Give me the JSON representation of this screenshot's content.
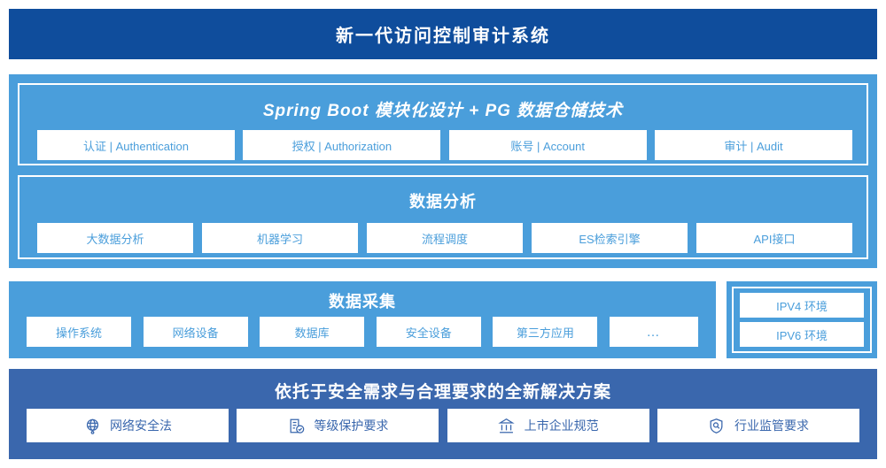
{
  "header": {
    "title": "新一代访问控制审计系统",
    "bg_color": "#0f4d9c",
    "text_color": "#ffffff"
  },
  "colors": {
    "panel_blue": "#4a9edb",
    "solution_blue": "#3a67ad",
    "header_navy": "#0f4d9c",
    "chip_bg": "#ffffff"
  },
  "platform": {
    "springboot": {
      "title": "Spring Boot 模块化设计 + PG 数据仓储技术",
      "items": [
        {
          "label": "认证 | Authentication"
        },
        {
          "label": "授权 | Authorization"
        },
        {
          "label": "账号 | Account"
        },
        {
          "label": "审计 | Audit"
        }
      ]
    },
    "analysis": {
      "title": "数据分析",
      "items": [
        {
          "label": "大数据分析"
        },
        {
          "label": "机器学习"
        },
        {
          "label": "流程调度"
        },
        {
          "label": "ES检索引擎"
        },
        {
          "label": "API接口"
        }
      ]
    }
  },
  "collection": {
    "title": "数据采集",
    "items": [
      {
        "label": "操作系统"
      },
      {
        "label": "网络设备"
      },
      {
        "label": "数据库"
      },
      {
        "label": "安全设备"
      },
      {
        "label": "第三方应用"
      },
      {
        "label": "…"
      }
    ]
  },
  "environment": {
    "items": [
      {
        "label": "IPV4 环境"
      },
      {
        "label": "IPV6 环境"
      }
    ]
  },
  "solution": {
    "title": "依托于安全需求与合理要求的全新解决方案",
    "items": [
      {
        "label": "网络安全法",
        "icon": "globe-icon"
      },
      {
        "label": "等级保护要求",
        "icon": "document-check-icon"
      },
      {
        "label": "上市企业规范",
        "icon": "bank-icon"
      },
      {
        "label": "行业监管要求",
        "icon": "shield-search-icon"
      }
    ]
  }
}
